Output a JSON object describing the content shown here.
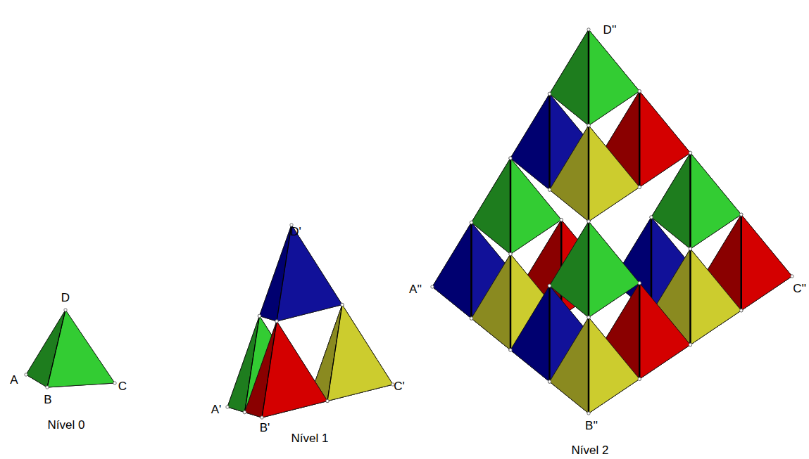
{
  "diagram": {
    "labels": [
      "D",
      "A",
      "B",
      "C",
      "Nível 0",
      "D'",
      "A'",
      "B'",
      "C'",
      "Nível 1",
      "D''",
      "A''",
      "B''",
      "C''",
      "Nível 2"
    ]
  }
}
